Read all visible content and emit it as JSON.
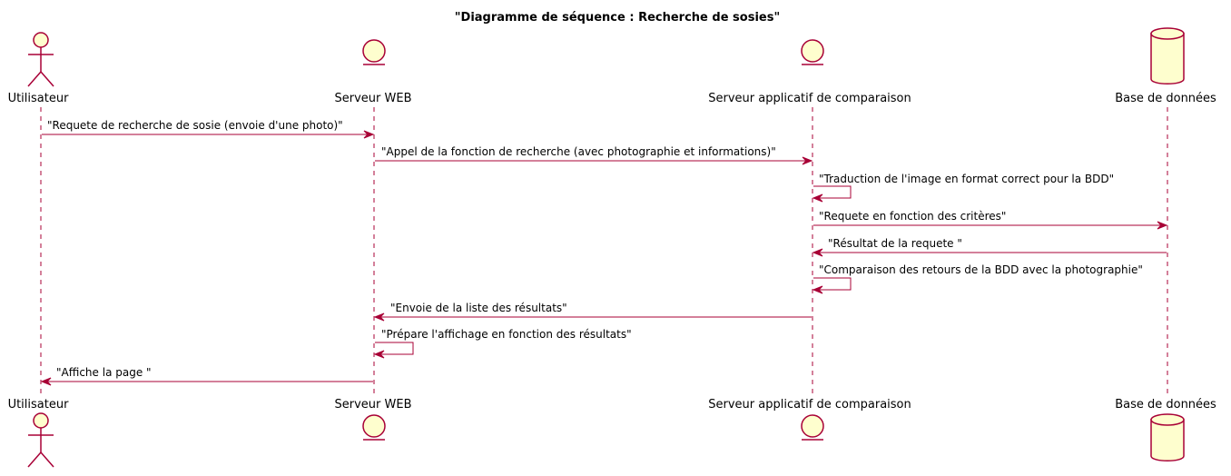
{
  "title": "\"Diagramme de séquence : Recherche de sosies\"",
  "participants": [
    {
      "id": "user",
      "type": "actor",
      "label": "Utilisateur"
    },
    {
      "id": "web",
      "type": "entity",
      "label": "Serveur WEB"
    },
    {
      "id": "app",
      "type": "entity",
      "label": "Serveur applicatif de comparaison"
    },
    {
      "id": "db",
      "type": "database",
      "label": "Base de données"
    }
  ],
  "messages": [
    {
      "from": "user",
      "to": "web",
      "label": "\"Requete de recherche de sosie (envoie d'une photo)\""
    },
    {
      "from": "web",
      "to": "app",
      "label": "\"Appel de la fonction de recherche (avec photographie et informations)\""
    },
    {
      "from": "app",
      "to": "app",
      "label": "\"Traduction de l'image en format correct pour la BDD\""
    },
    {
      "from": "app",
      "to": "db",
      "label": "\"Requete en fonction des critères\""
    },
    {
      "from": "db",
      "to": "app",
      "label": "\"Résultat de la requete \""
    },
    {
      "from": "app",
      "to": "app",
      "label": "\"Comparaison des retours de la BDD avec la photographie\""
    },
    {
      "from": "app",
      "to": "web",
      "label": "\"Envoie de la liste des résultats\""
    },
    {
      "from": "web",
      "to": "web",
      "label": "\"Prépare l'affichage en fonction des résultats\""
    },
    {
      "from": "web",
      "to": "user",
      "label": "\"Affiche la page \""
    }
  ],
  "colors": {
    "line": "#A80036",
    "fill": "#FEFECE"
  }
}
